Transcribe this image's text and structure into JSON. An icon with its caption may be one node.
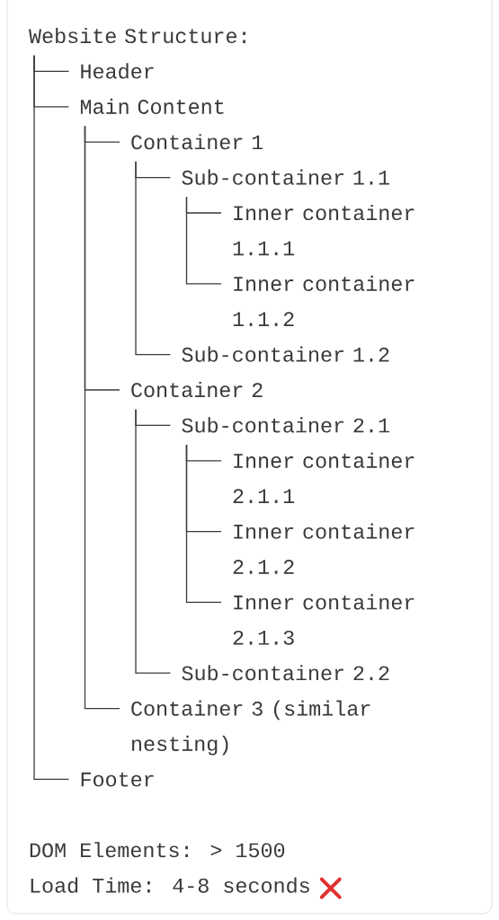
{
  "diagram": {
    "nodes": [
      {
        "text": [
          "Website Structure:"
        ]
      },
      {
        "text": [
          "Header"
        ]
      },
      {
        "text": [
          "Main Content"
        ]
      },
      {
        "text": [
          "Container 1"
        ]
      },
      {
        "text": [
          "Sub-container 1.1"
        ]
      },
      {
        "text": [
          "Inner container 1.1.1"
        ]
      },
      {
        "text": [
          "Inner container 1.1.2"
        ]
      },
      {
        "text": [
          "Sub-container 1.2"
        ]
      },
      {
        "text": [
          "Container 2"
        ]
      },
      {
        "text": [
          "Sub-container 2.1"
        ]
      },
      {
        "text": [
          "Inner container 2.1.1"
        ]
      },
      {
        "text": [
          "Inner container 2.1.2"
        ]
      },
      {
        "text": [
          "Inner container 2.1.3"
        ]
      },
      {
        "text": [
          "Sub-container 2.2"
        ]
      },
      {
        "text": [
          "Container 3 (similar nesting)"
        ]
      },
      {
        "text": [
          "Footer"
        ]
      }
    ],
    "edges": [
      {
        "from": 0,
        "to": 1,
        "arrow": "none"
      },
      {
        "from": 0,
        "to": 2,
        "arrow": "none"
      },
      {
        "from": 2,
        "to": 3,
        "arrow": "none"
      },
      {
        "from": 3,
        "to": 4,
        "arrow": "none"
      },
      {
        "from": 4,
        "to": 5,
        "arrow": "none"
      },
      {
        "from": 4,
        "to": 6,
        "arrow": "none"
      },
      {
        "from": 3,
        "to": 7,
        "arrow": "none"
      },
      {
        "from": 2,
        "to": 8,
        "arrow": "none"
      },
      {
        "from": 8,
        "to": 9,
        "arrow": "none"
      },
      {
        "from": 9,
        "to": 10,
        "arrow": "none"
      },
      {
        "from": 9,
        "to": 11,
        "arrow": "none"
      },
      {
        "from": 9,
        "to": 12,
        "arrow": "none"
      },
      {
        "from": 8,
        "to": 13,
        "arrow": "none"
      },
      {
        "from": 2,
        "to": 14,
        "arrow": "none"
      },
      {
        "from": 0,
        "to": 15,
        "arrow": "none"
      }
    ],
    "labels": [
      "DOM Elements: > 1500",
      "Load Time: 4-8 seconds"
    ]
  }
}
